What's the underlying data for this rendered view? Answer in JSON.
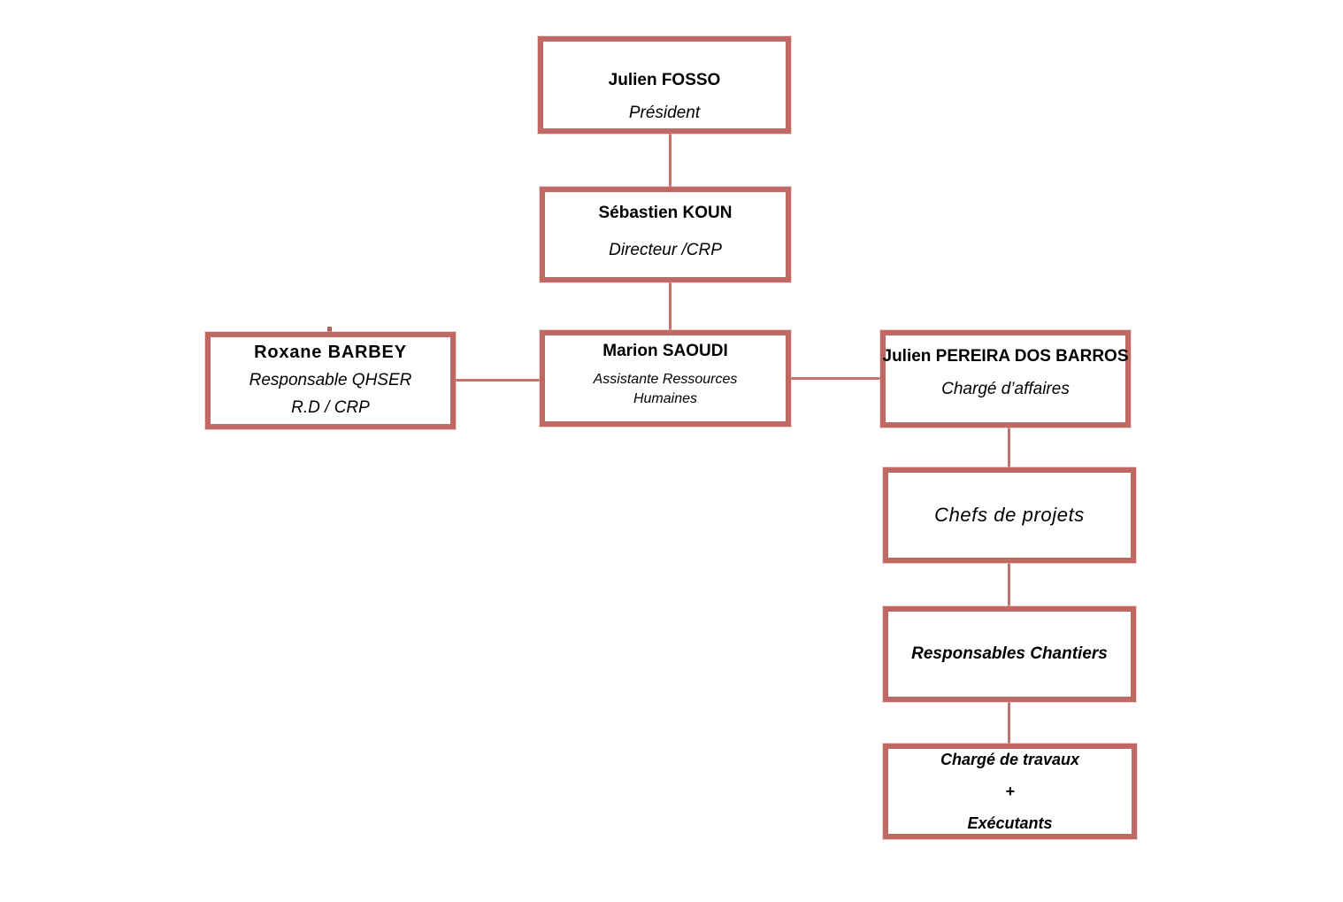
{
  "diagram": {
    "type": "org-chart",
    "colors": {
      "background": "#ffffff",
      "box_border": "#c06864",
      "connector": "#c4736e",
      "text": "#000000"
    }
  },
  "nodes": {
    "president": {
      "name": "Julien FOSSO",
      "title": "Président"
    },
    "director": {
      "name": "Sébastien KOUN",
      "title": "Directeur /CRP"
    },
    "qhser": {
      "name": "Roxane BARBEY",
      "title": "Responsable QHSER",
      "title2": "R.D / CRP"
    },
    "hr": {
      "name": "Marion SAOUDI",
      "title_line1": "Assistante Ressources",
      "title_line2": "Humaines"
    },
    "affaires": {
      "name": "Julien PEREIRA DOS BARROS",
      "title": "Chargé d’affaires"
    },
    "chefs_projets": {
      "label": "Chefs de projets"
    },
    "responsables_chantiers": {
      "label": "Responsables Chantiers"
    },
    "travaux": {
      "line1": "Chargé de travaux",
      "line2": "+",
      "line3": "Exécutants"
    }
  }
}
